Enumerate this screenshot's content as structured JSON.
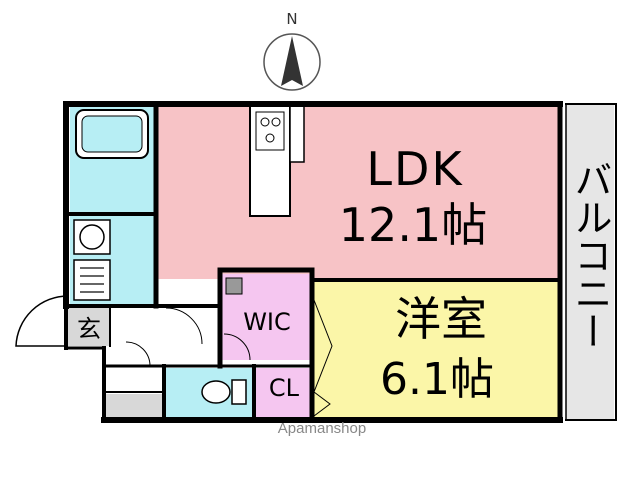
{
  "compass": {
    "north_label": "N"
  },
  "rooms": {
    "ldk": {
      "name": "LDK",
      "size": "12.1帖",
      "color": "#f7c3c6"
    },
    "western_room": {
      "name": "洋室",
      "size": "6.1帖",
      "color": "#fbf6a8"
    },
    "wic": {
      "name": "WIC",
      "color": "#f5c6f0"
    },
    "closet": {
      "name": "CL",
      "color": "#f5c6f0"
    },
    "entrance": {
      "name": "玄",
      "color": "#d8d8d8"
    },
    "balcony": {
      "name": "バルコニー",
      "color": "#e6e6e6"
    },
    "wet_area_color": "#b7eef4"
  },
  "watermark": "Apamanshop"
}
